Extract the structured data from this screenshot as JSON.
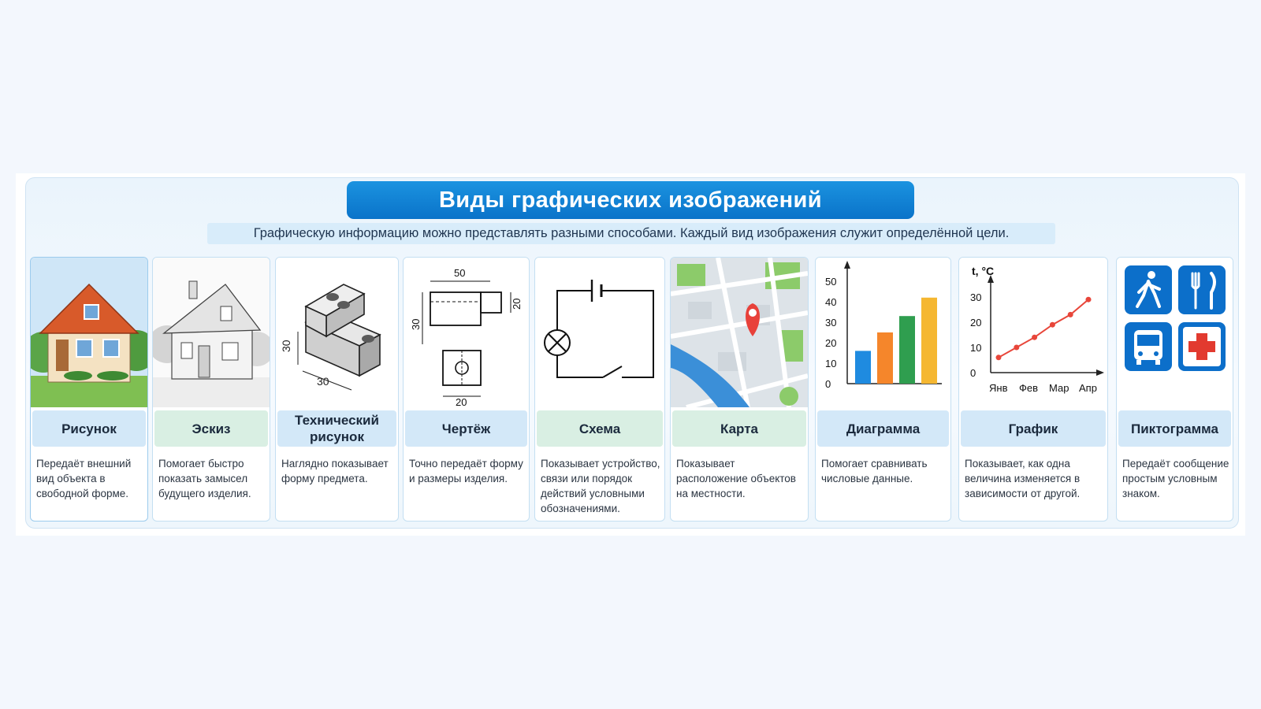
{
  "title": "Виды графических изображений",
  "subtitle": "Графическую информацию можно представлять разными способами. Каждый вид изображения служит определённой цели.",
  "cards": [
    {
      "name": "Рисунок",
      "desc": "Передаёт внешний вид объекта в свободной форме."
    },
    {
      "name": "Эскиз",
      "desc": "Помогает быстро показать замысел будущего изделия."
    },
    {
      "name": "Технический рисунок",
      "desc": "Наглядно показывает форму предмета."
    },
    {
      "name": "Чертёж",
      "desc": "Точно передаёт форму и размеры изделия."
    },
    {
      "name": "Схема",
      "desc": "Показывает устройство, связи или порядок действий условными обозначениями."
    },
    {
      "name": "Карта",
      "desc": "Показывает расположение объектов на местности."
    },
    {
      "name": "Диаграмма",
      "desc": "Помогает сравнивать числовые данные."
    },
    {
      "name": "График",
      "desc": "Показывает, как одна величина изменяется в зависимости от другой."
    },
    {
      "name": "Пиктограмма",
      "desc": "Передаёт сообщение простым условным знаком."
    }
  ],
  "tech_drawing": {
    "dim_x": "30",
    "dim_y": "30"
  },
  "blueprint": {
    "width": "50",
    "height": "30",
    "right": "20",
    "bottom": "20"
  },
  "bar_diagram": {
    "y_ticks": [
      "0",
      "10",
      "20",
      "30",
      "40",
      "50"
    ],
    "values": [
      16,
      25,
      33,
      42
    ],
    "colors": [
      "#1f8be0",
      "#f5862b",
      "#2f9e4f",
      "#f5b731"
    ]
  },
  "line_graph": {
    "y_label": "t, °C",
    "y_ticks": [
      "0",
      "10",
      "20",
      "30"
    ],
    "x_ticks": [
      "Янв",
      "Фев",
      "Мар",
      "Апр"
    ],
    "points": [
      6,
      10,
      14,
      19,
      23,
      29
    ],
    "color": "#e8463a"
  },
  "pictograms": [
    "pedestrian-icon",
    "fork-knife-icon",
    "bus-icon",
    "first-aid-icon"
  ],
  "colors": {
    "accent": "#0a73c9",
    "map_pin": "#e8413a",
    "pictogram_blue": "#0c6fca"
  }
}
